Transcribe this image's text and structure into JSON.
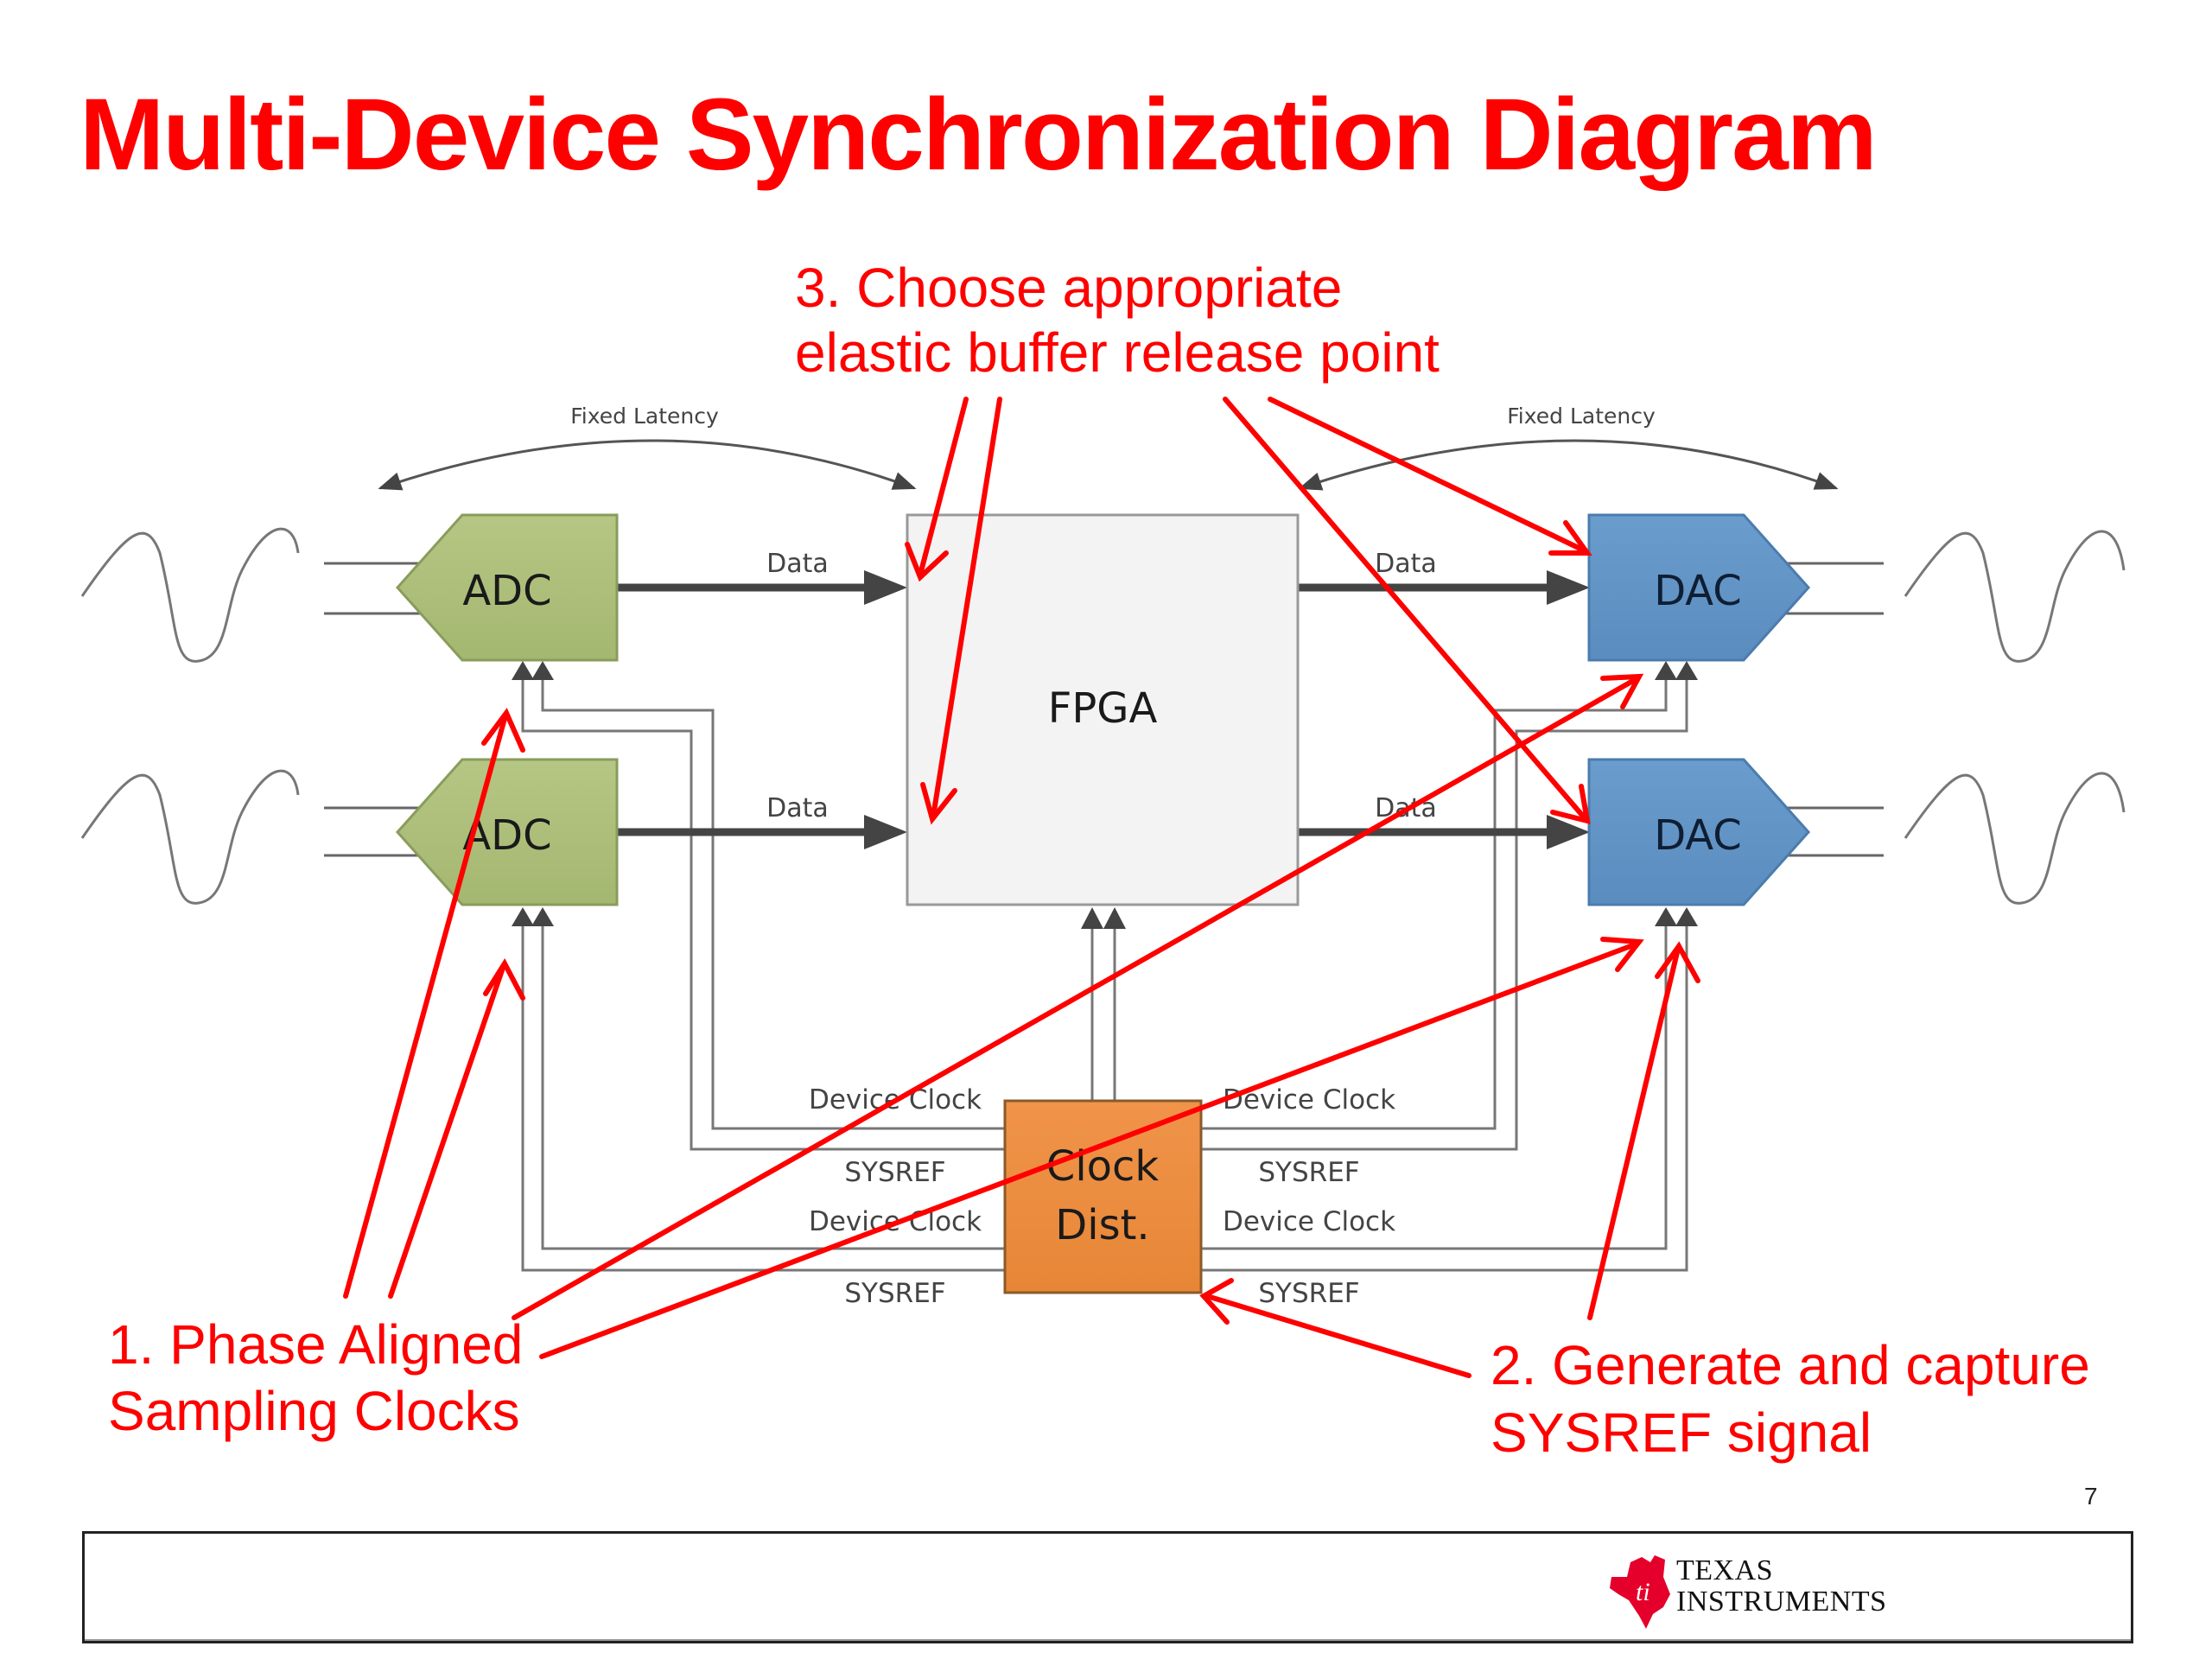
{
  "slide": {
    "title": "Multi-Device Synchronization Diagram",
    "page_number": "7"
  },
  "diagram": {
    "blocks": {
      "adc_top": "ADC",
      "adc_bottom": "ADC",
      "fpga": "FPGA",
      "dac_top": "DAC",
      "dac_bottom": "DAC",
      "clock_dist_line1": "Clock",
      "clock_dist_line2": "Dist."
    },
    "labels": {
      "fixed_latency_left": "Fixed Latency",
      "fixed_latency_right": "Fixed Latency",
      "data_adc_top": "Data",
      "data_adc_bottom": "Data",
      "data_dac_top": "Data",
      "data_dac_bottom": "Data",
      "left_device_clock_1": "Device Clock",
      "left_sysref_1": "SYSREF",
      "left_device_clock_2": "Device Clock",
      "left_sysref_2": "SYSREF",
      "right_device_clock_1": "Device Clock",
      "right_sysref_1": "SYSREF",
      "right_device_clock_2": "Device Clock",
      "right_sysref_2": "SYSREF"
    },
    "colors": {
      "adc_fill": "#b0c17c",
      "adc_stroke": "#8a9c5c",
      "dac_fill": "#6598c9",
      "dac_stroke": "#4a7cae",
      "fpga_fill": "#f3f3f3",
      "clock_fill": "#ee8d3e",
      "annotation": "#ff0000"
    }
  },
  "annotations": {
    "step3_line1": "3. Choose appropriate",
    "step3_line2": "elastic buffer release point",
    "step1_line1": "1. Phase Aligned",
    "step1_line2": "Sampling Clocks",
    "step2_line1": "2. Generate and capture",
    "step2_line2": "SYSREF signal"
  },
  "footer": {
    "logo_line1": "Texas",
    "logo_line2": "Instruments"
  }
}
